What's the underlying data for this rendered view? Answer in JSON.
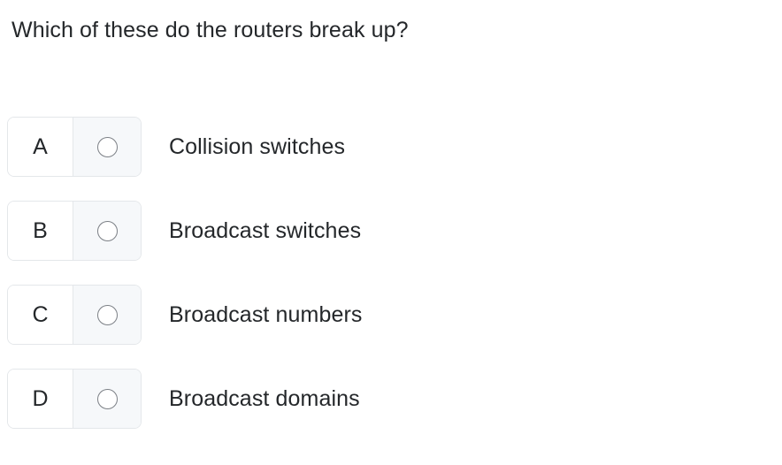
{
  "question": {
    "text": "Which of these do the routers break up?"
  },
  "options": [
    {
      "letter": "A",
      "label": "Collision switches",
      "radio_icon": "radio-unselected-icon",
      "selected": false
    },
    {
      "letter": "B",
      "label": "Broadcast switches",
      "radio_icon": "radio-unselected-icon",
      "selected": false
    },
    {
      "letter": "C",
      "label": "Broadcast numbers",
      "radio_icon": "radio-unselected-icon",
      "selected": false
    },
    {
      "letter": "D",
      "label": "Broadcast domains",
      "radio_icon": "radio-unselected-icon",
      "selected": false
    }
  ],
  "colors": {
    "page_background": "#ffffff",
    "text": "#24272a",
    "box_border": "#e4e7ea",
    "radio_cell_background": "#f6f8fa",
    "radio_outline": "#7b7f85"
  }
}
